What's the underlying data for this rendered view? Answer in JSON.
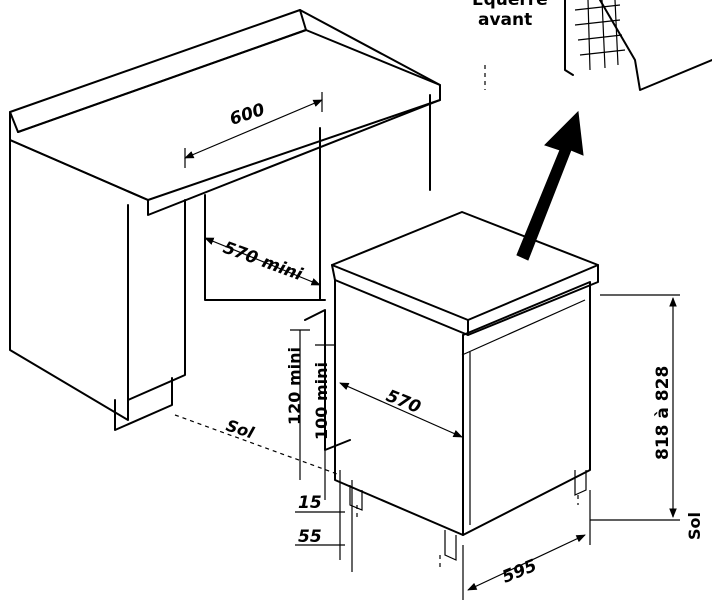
{
  "labels": {
    "top_equerre": "Equerre",
    "top_avant": "avant",
    "dim_600": "600",
    "dim_570_mini": "570 mini",
    "dim_120_mini": "120 mini",
    "dim_100_mini": "100 mini",
    "dim_570": "570",
    "dim_818_828": "818 à 828",
    "dim_15": "15",
    "dim_55": "55",
    "dim_595": "595",
    "sol_left": "Sol",
    "sol_right": "Sol"
  },
  "colors": {
    "ink": "#000000",
    "paper": "#ffffff"
  }
}
